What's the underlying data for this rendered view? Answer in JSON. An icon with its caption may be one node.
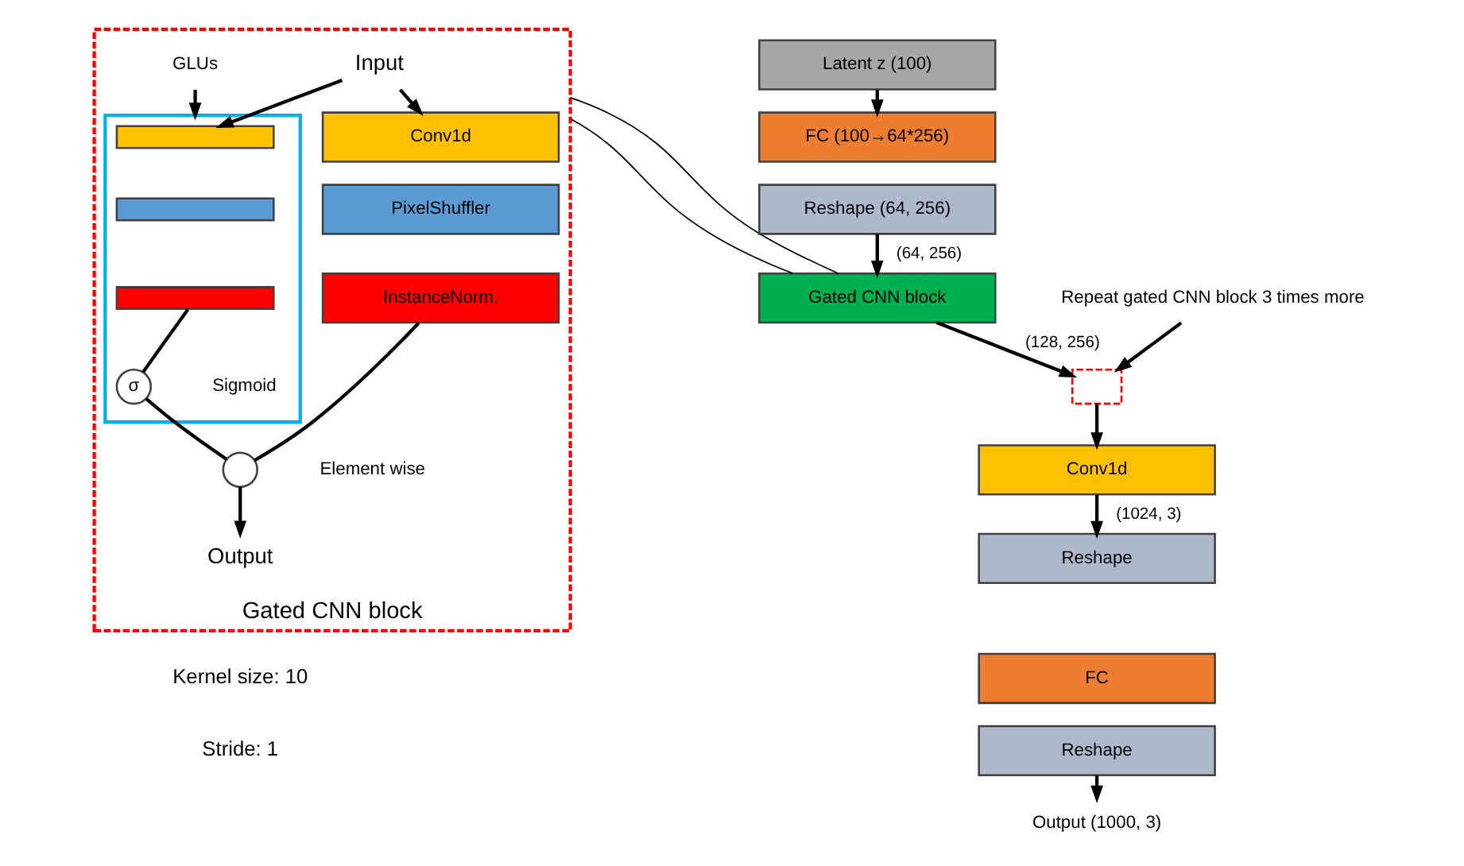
{
  "diagram": {
    "nodes": [
      {
        "text": [
          "Gated CNN block"
        ]
      },
      {
        "text": [
          "Input"
        ],
        "in": 0
      },
      {
        "text": [
          "Conv1d"
        ],
        "in": 0
      },
      {
        "text": [
          "PixelShuffler"
        ],
        "in": 0
      },
      {
        "text": [
          "InstanceNorm."
        ],
        "in": 0
      },
      {
        "text": [
          "GLUs"
        ],
        "in": 0
      },
      {
        "text": [],
        "shape": "box",
        "in": 0
      },
      {
        "text": [],
        "shape": "bar",
        "in": 6
      },
      {
        "text": [],
        "shape": "bar",
        "in": 6
      },
      {
        "text": [],
        "shape": "bar",
        "in": 6
      },
      {
        "text": [
          "σ"
        ],
        "beside": [
          "Sigmoid"
        ],
        "in": 6
      },
      {
        "text": [],
        "shape": "circle",
        "beside": [
          "Element wise"
        ],
        "in": 0
      },
      {
        "text": [
          "Output"
        ],
        "in": 0
      },
      {
        "text": [
          "Latent z (100)"
        ]
      },
      {
        "text": [
          "FC (100→64*256)"
        ]
      },
      {
        "text": [
          "Reshape (64, 256)"
        ]
      },
      {
        "text": [
          "Gated CNN block"
        ]
      },
      {
        "text": [],
        "shape": "box"
      },
      {
        "text": [
          "Repeat gated CNN block 3 times more"
        ]
      },
      {
        "text": [
          "Conv1d"
        ]
      },
      {
        "text": [
          "Reshape"
        ]
      },
      {
        "text": [
          "FC"
        ]
      },
      {
        "text": [
          "Reshape"
        ]
      },
      {
        "text": [
          "Output (1000, 3)"
        ]
      }
    ],
    "edges": [
      {
        "from": 1,
        "to": 2,
        "arrow": "to"
      },
      {
        "from": 1,
        "to": 7,
        "arrow": "to"
      },
      {
        "from": 5,
        "to": 6,
        "arrow": "to"
      },
      {
        "from": 9,
        "to": 10,
        "arrow": "none"
      },
      {
        "from": 4,
        "to": 11,
        "arrow": "none"
      },
      {
        "from": 10,
        "to": 11,
        "arrow": "none"
      },
      {
        "from": 11,
        "to": 12,
        "arrow": "to"
      },
      {
        "from": 13,
        "to": 14,
        "arrow": "to"
      },
      {
        "from": 15,
        "to": 16,
        "arrow": "to",
        "label": "(64, 256)"
      },
      {
        "from": 16,
        "to": 17,
        "arrow": "to",
        "label": "(128, 256)"
      },
      {
        "from": 18,
        "to": 17,
        "arrow": "to"
      },
      {
        "from": 17,
        "to": 19,
        "arrow": "to"
      },
      {
        "from": 19,
        "to": 20,
        "arrow": "to",
        "label": "(1024, 3)"
      },
      {
        "from": 22,
        "to": 23,
        "arrow": "to"
      },
      {
        "from": 0,
        "to": 16,
        "arrow": "none"
      },
      {
        "from": 0,
        "to": 16,
        "arrow": "none"
      }
    ],
    "labels": [
      "Kernel size: 10",
      "Stride: 1"
    ]
  }
}
